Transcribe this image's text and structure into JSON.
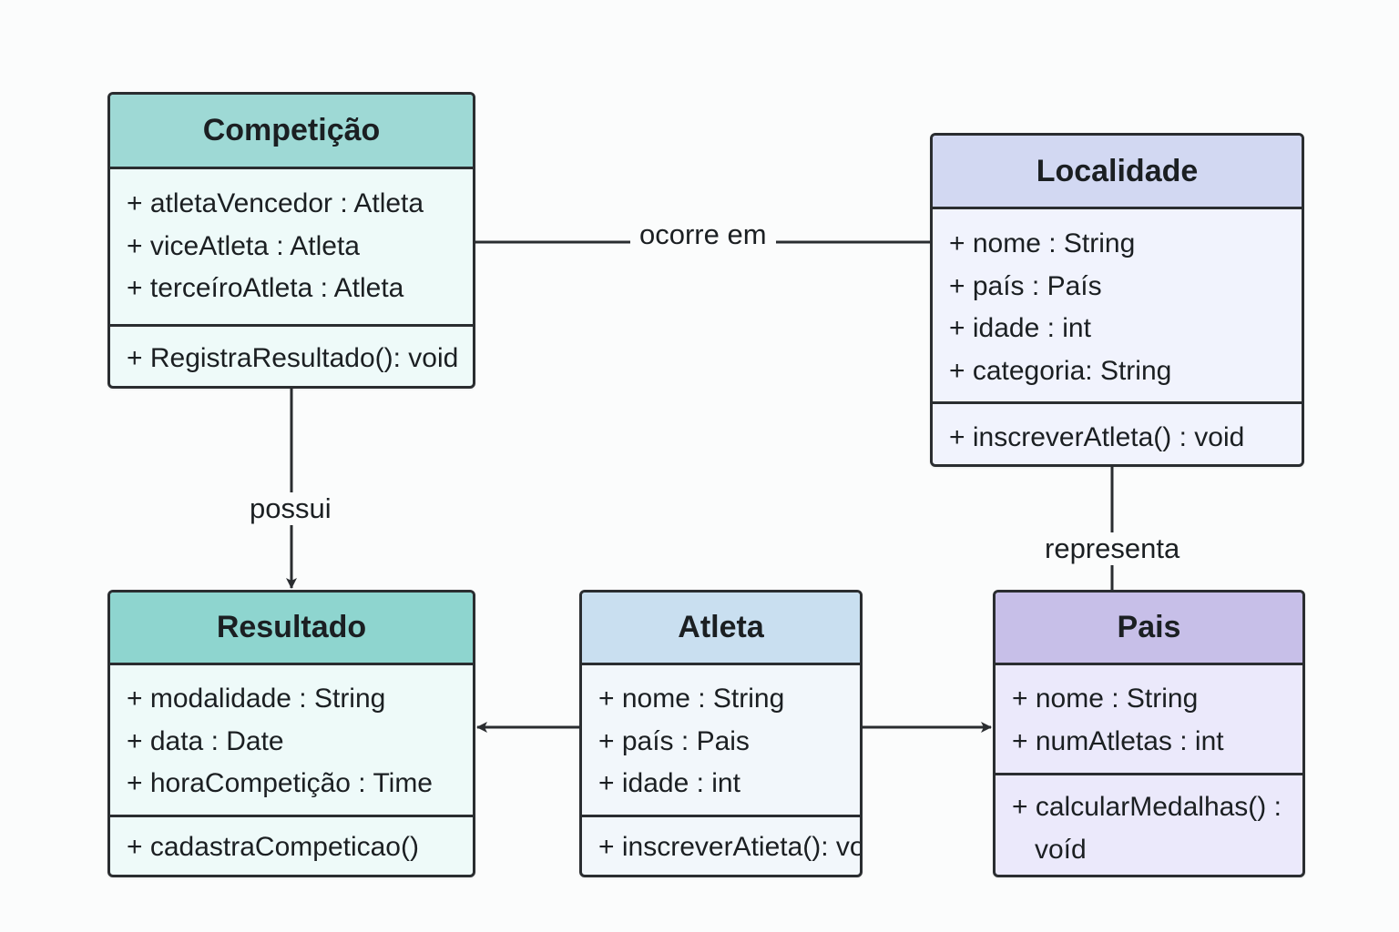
{
  "colors": {
    "competicao_header": "#9ed9d5",
    "competicao_body": "#eefaf9",
    "localidade_header": "#d2d8f2",
    "localidade_body": "#f1f3fd",
    "resultado_header": "#8ed5cf",
    "resultado_body": "#eefaf9",
    "atleta_header": "#c9dff0",
    "atleta_body": "#f2f7fb",
    "pais_header": "#c7bfe8",
    "pais_body": "#ebe9fb",
    "line": "#2a2d30"
  },
  "classes": {
    "competicao": {
      "name": "Competição",
      "attributes": [
        "+ atletaVencedor : Atleta",
        "+ viceAtleta : Atleta",
        "+ terceíroAtleta : Atleta"
      ],
      "methods": [
        "+ RegistraResultado(): void"
      ]
    },
    "localidade": {
      "name": "Localidade",
      "attributes": [
        "+ nome : String",
        "+ país : País",
        "+ idade : int",
        "+ categoria: String"
      ],
      "methods": [
        "+ inscreverAtleta() :  void"
      ]
    },
    "resultado": {
      "name": "Resultado",
      "attributes": [
        "+ modalidade : String",
        "+ data : Date",
        "+ horaCompetição : Time"
      ],
      "methods": [
        "+ cadastraCompeticao()"
      ]
    },
    "atleta": {
      "name": "Atleta",
      "attributes": [
        "+ nome : String",
        "+ país : Pais",
        "+ idade : int"
      ],
      "methods": [
        "+ inscreverAtieta(): voi"
      ]
    },
    "pais": {
      "name": "Pais",
      "attributes": [
        "+ nome : String",
        "+ numAtletas : int"
      ],
      "methods": [
        "+ calcularMedalhas() :",
        "voíd"
      ]
    }
  },
  "associations": {
    "ocorre_em": "ocorre em",
    "possui": "possui",
    "representa": "representa"
  }
}
